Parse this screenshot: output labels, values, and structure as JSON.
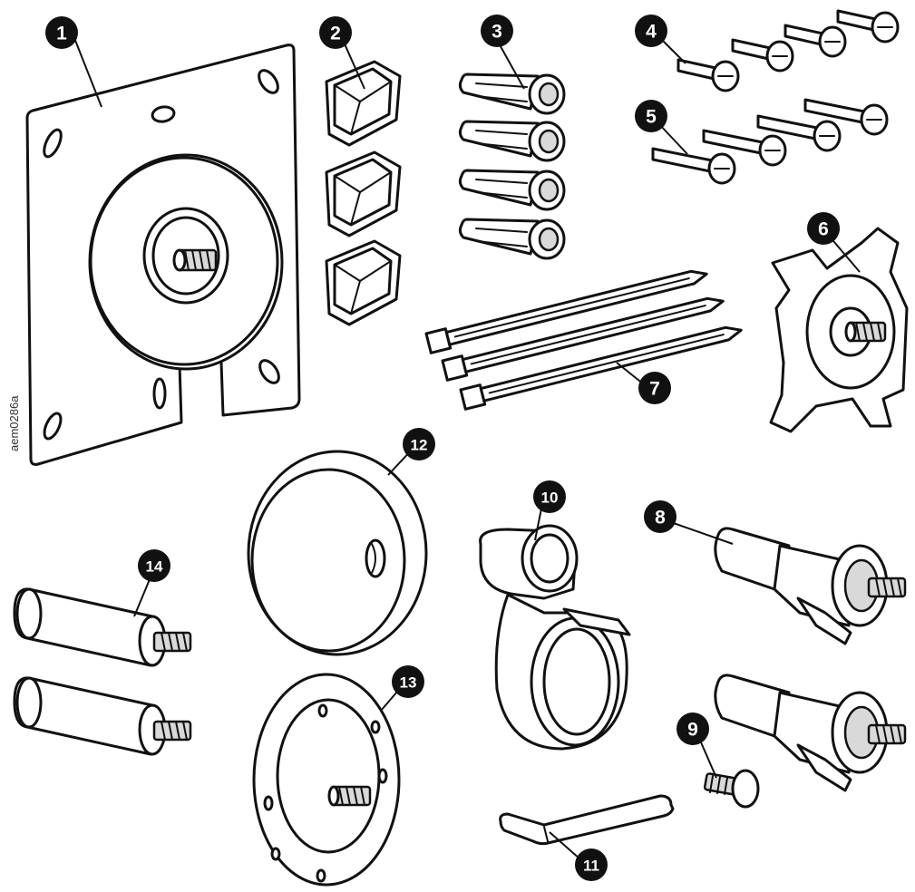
{
  "figure": {
    "doc_id": "aem0286a",
    "callouts": [
      "1",
      "2",
      "3",
      "4",
      "5",
      "6",
      "7",
      "8",
      "9",
      "10",
      "11",
      "12",
      "13",
      "14"
    ]
  }
}
